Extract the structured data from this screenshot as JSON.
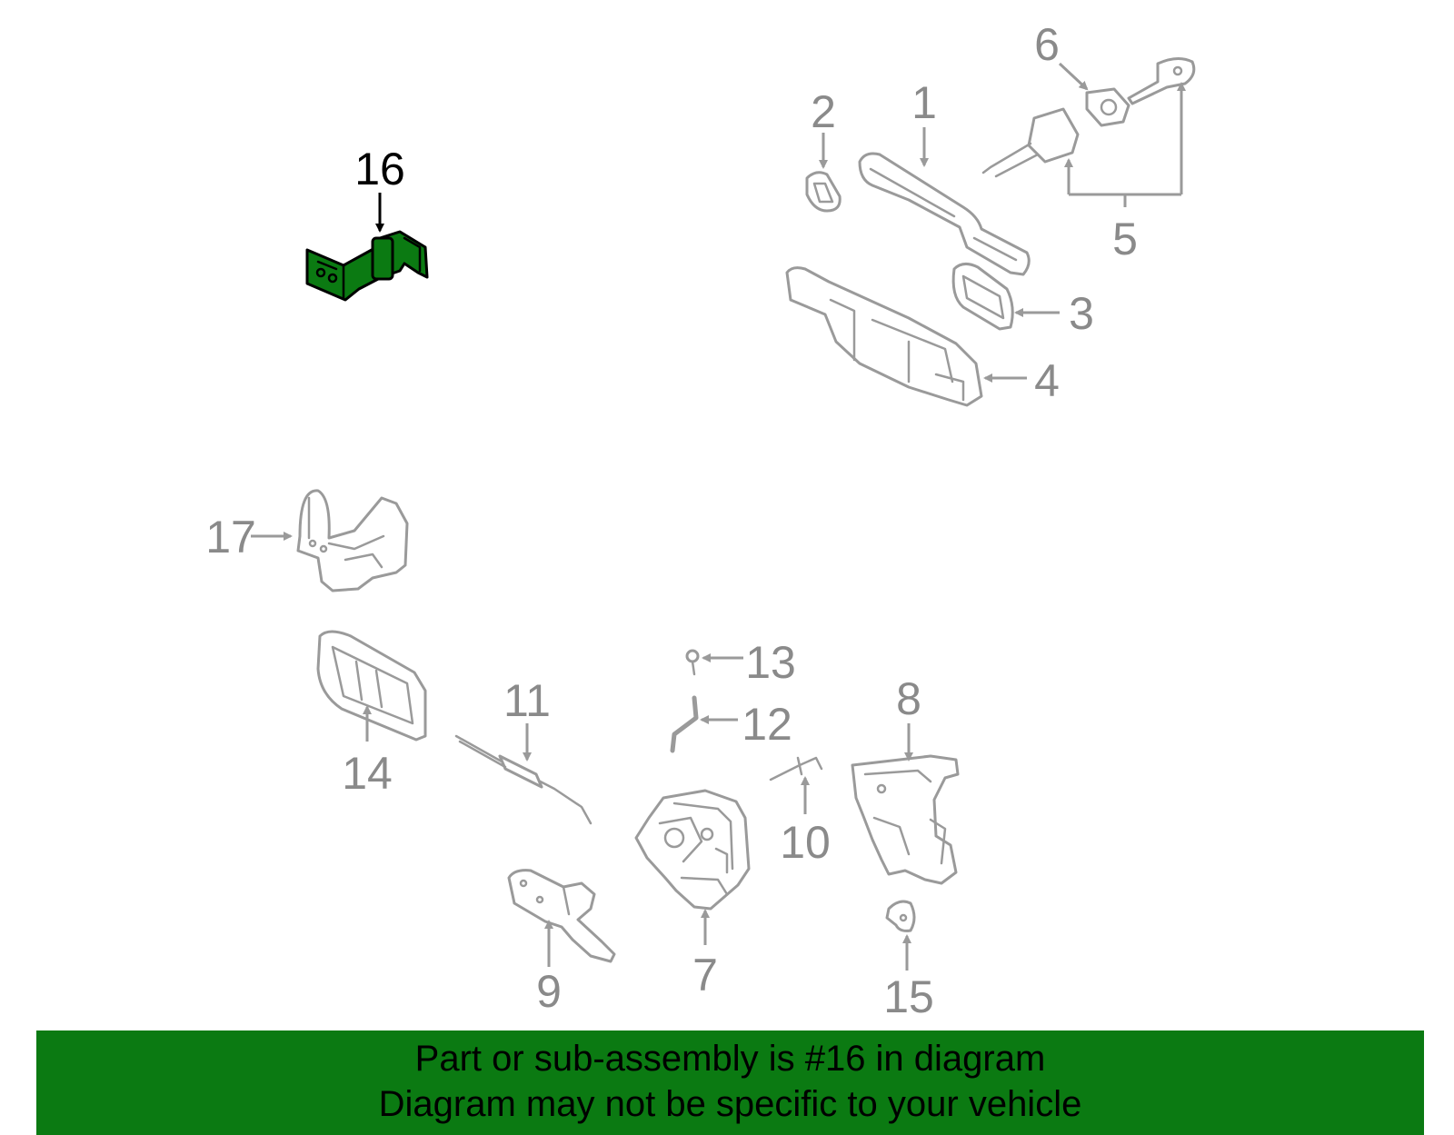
{
  "diagram": {
    "highlighted_part": "16",
    "callouts": [
      "1",
      "2",
      "3",
      "4",
      "5",
      "6",
      "7",
      "8",
      "9",
      "10",
      "11",
      "12",
      "13",
      "14",
      "15",
      "16",
      "17"
    ]
  },
  "banner": {
    "line1": "Part or sub-assembly is #16 in diagram",
    "line2": "Diagram may not be specific to your vehicle"
  },
  "colors": {
    "banner_bg": "#0b7a12",
    "highlight": "#0b7a12",
    "part_outline": "#9a9a9a"
  }
}
